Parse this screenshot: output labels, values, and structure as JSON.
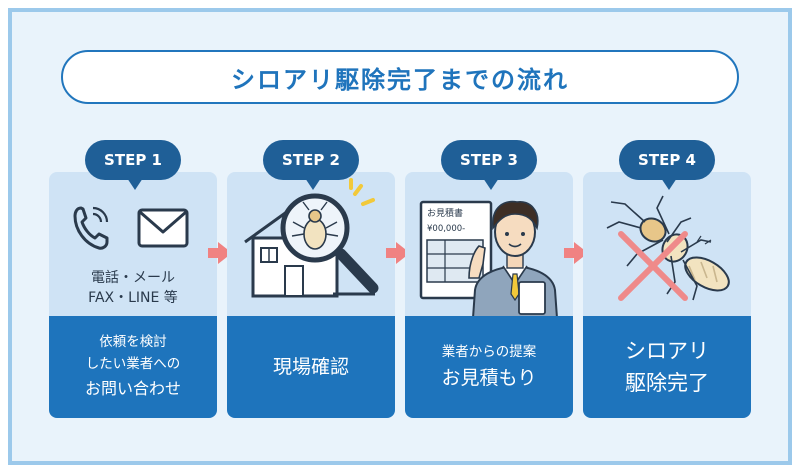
{
  "title": "シロアリ駆除完了までの流れ",
  "steps": [
    {
      "badge": "STEP 1",
      "icon_text": [
        "電話・メール",
        "FAX・LINE 等"
      ],
      "lines": [
        "依頼を検討",
        "したい業者への",
        "お問い合わせ"
      ]
    },
    {
      "badge": "STEP 2",
      "lines": [
        "現場確認"
      ]
    },
    {
      "badge": "STEP 3",
      "doc_title": "お見積書",
      "doc_amount": "¥00,000-",
      "lines": [
        "業者からの提案",
        "お見積もり"
      ]
    },
    {
      "badge": "STEP 4",
      "lines": [
        "シロアリ",
        "駆除完了"
      ]
    }
  ],
  "icons": [
    "phone-icon",
    "mail-icon",
    "house-magnifier-icon",
    "estimate-document-icon",
    "contractor-person-icon",
    "termite-icon",
    "cross-mark-icon",
    "arrow-right-icon"
  ],
  "colors": {
    "primary": "#1e74bc",
    "badge": "#1f5f97",
    "card": "#cfe3f5",
    "background": "#e9f3fb",
    "border": "#9cc9eb",
    "arrow": "#f08282",
    "cross": "#ef8a8a"
  }
}
